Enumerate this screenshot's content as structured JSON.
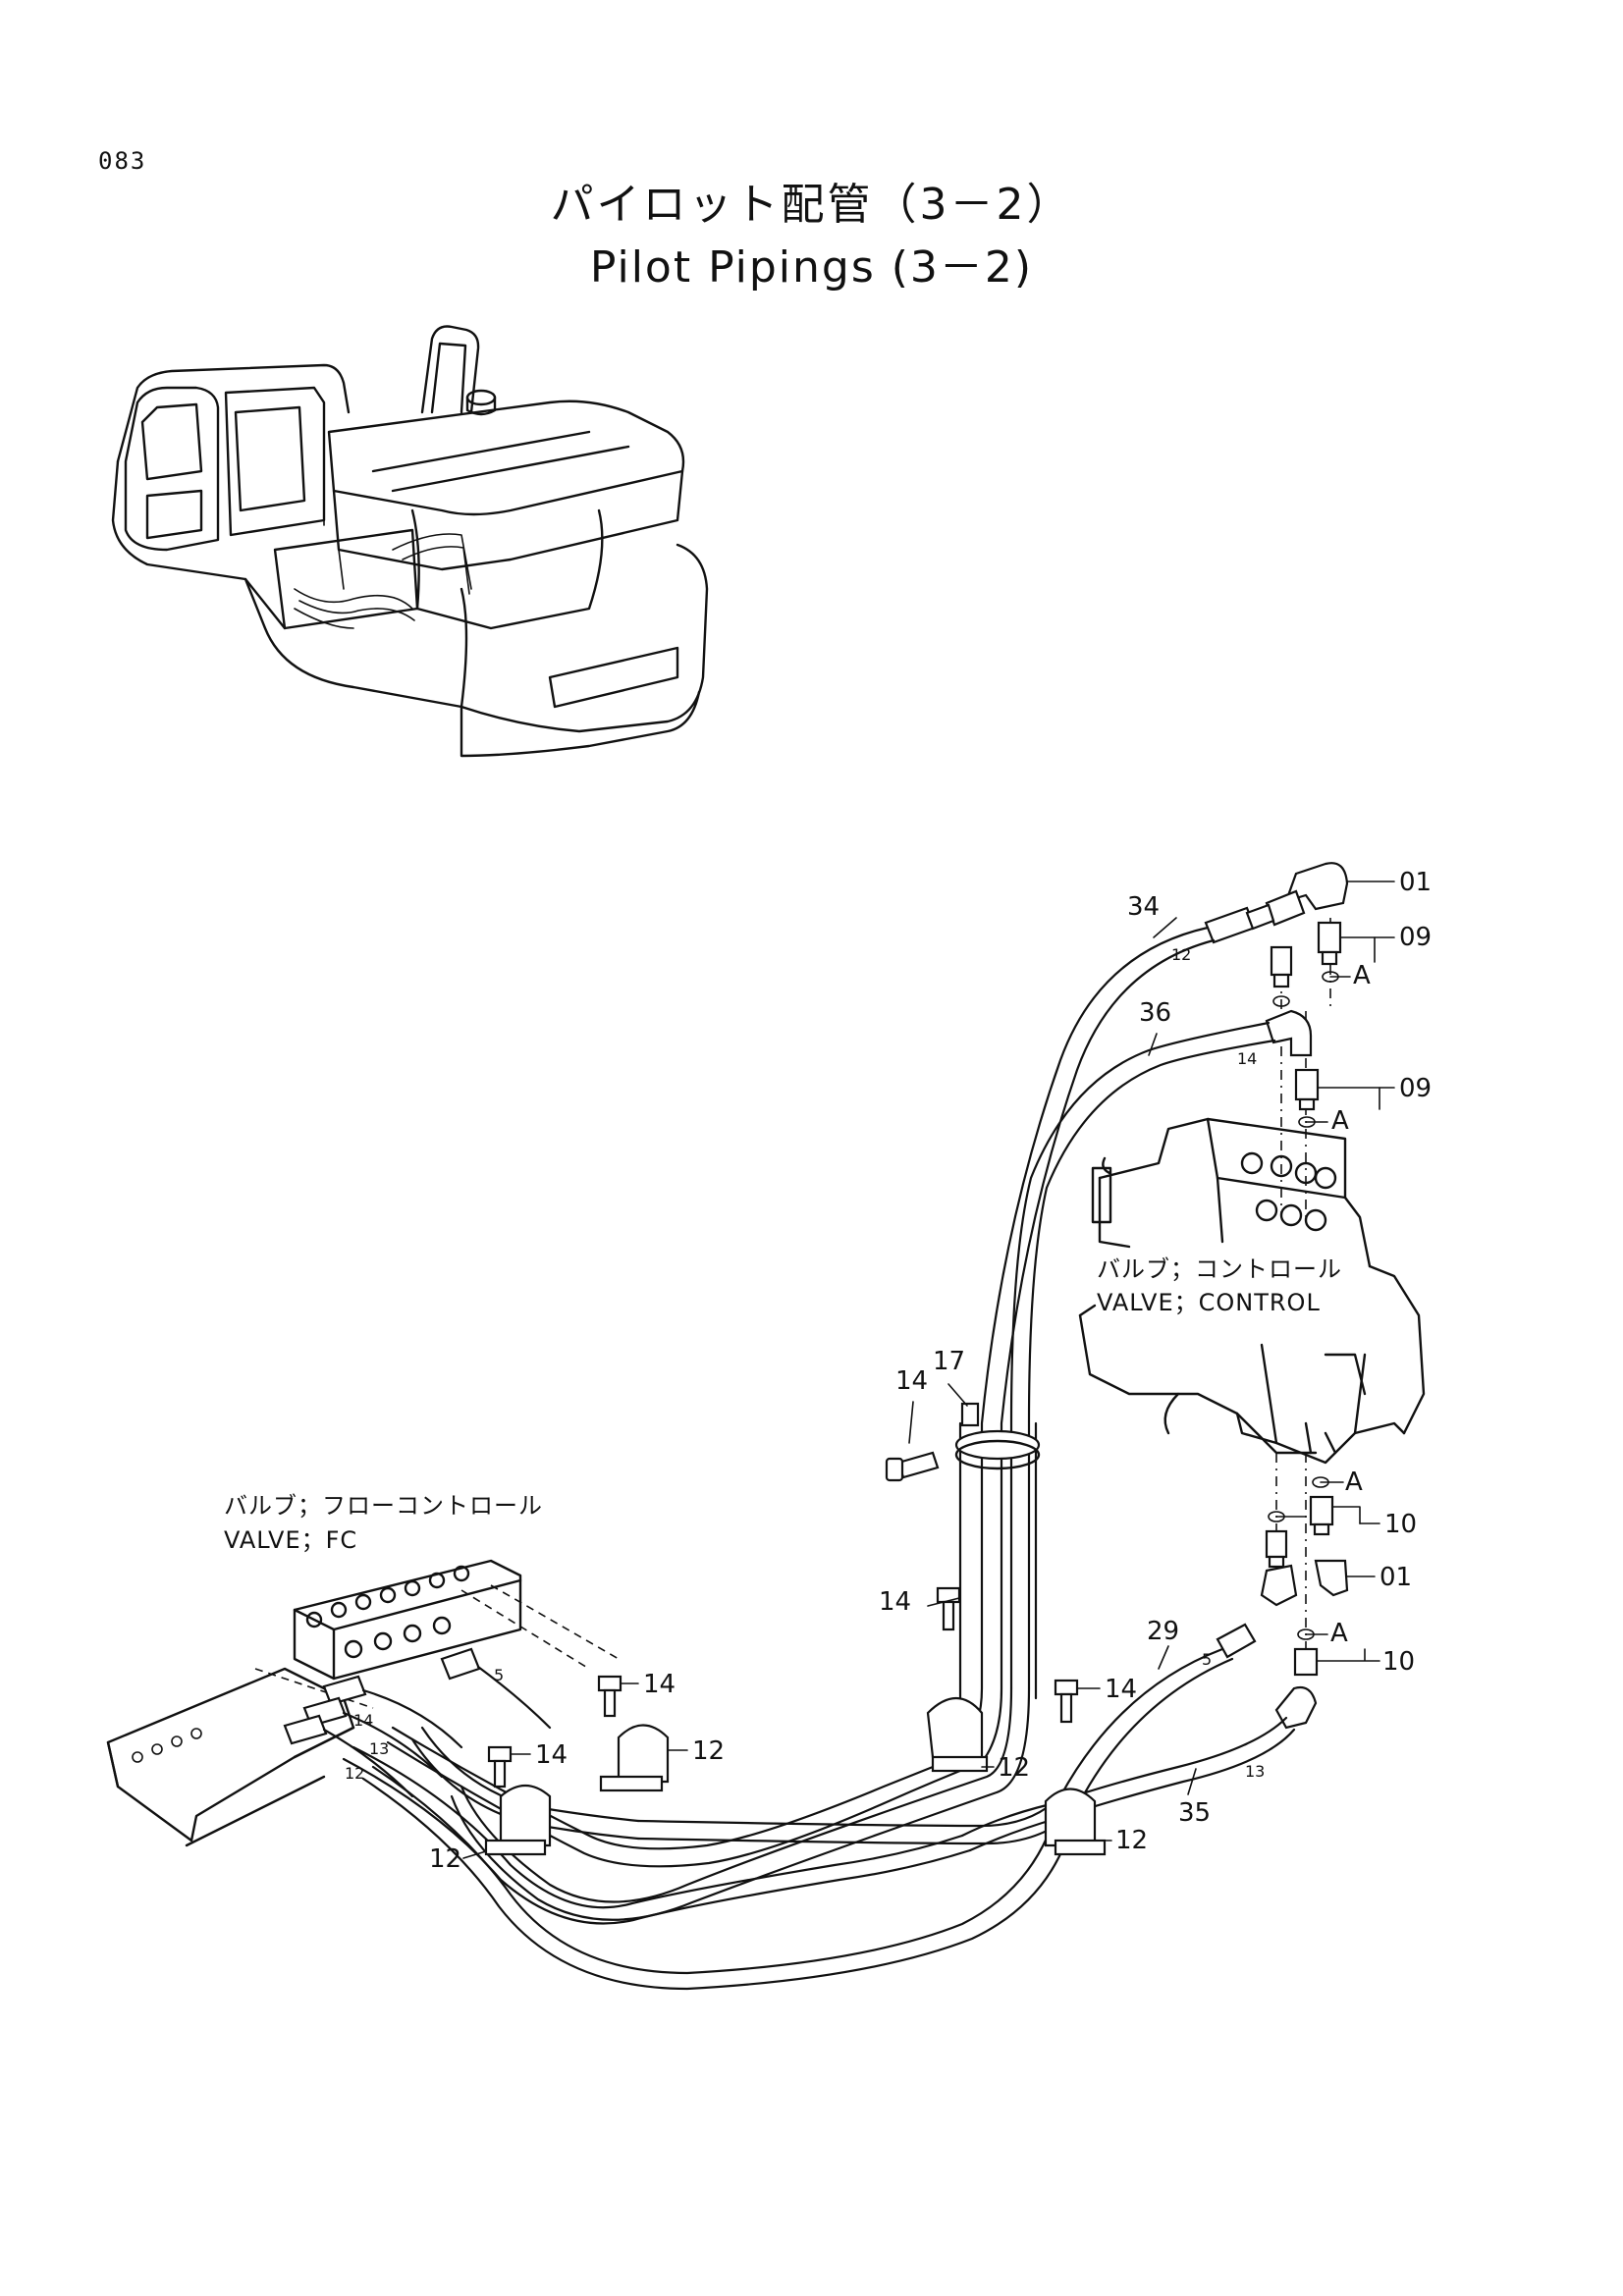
{
  "page_number": "083",
  "title_jp": "パイロット配管（3－2）",
  "title_en": "Pilot Pipings (3－2)",
  "components": {
    "control_valve": {
      "jp": "バルブ；コントロール",
      "en": "VALVE；CONTROL"
    },
    "fc_valve": {
      "jp": "バルブ；フローコントロール",
      "en": "VALVE；FC"
    }
  },
  "callouts": {
    "p01_top": "01",
    "p09_top": "09",
    "p09_mid": "09",
    "a_1": "A",
    "a_2": "A",
    "a_3": "A",
    "a_4": "A",
    "p10_upper": "10",
    "p01_lower": "01",
    "p10_lower": "10",
    "p34": "34",
    "p36": "36",
    "p17": "17",
    "p14_bolt_top": "14",
    "p14_bolt_mid": "14",
    "p14_bolt_left": "14",
    "p14_bolt_left2": "14",
    "p14_bolt_right": "14",
    "p12_clamp_a": "12",
    "p12_clamp_b": "12",
    "p12_clamp_c": "12",
    "p12_clamp_d": "12",
    "p29": "29",
    "p35": "35"
  },
  "hose_marks": {
    "m12_34": "12",
    "m14_36": "14",
    "m5_29": "5",
    "m13_35": "13",
    "m5_fc": "5",
    "m14_fc": "14",
    "m13_fc": "13",
    "m12_fc": "12"
  }
}
